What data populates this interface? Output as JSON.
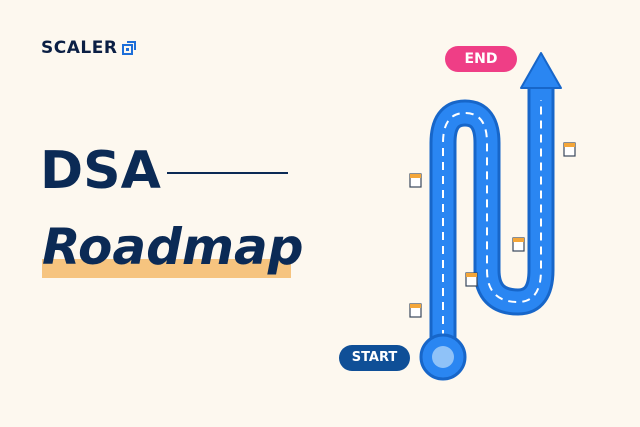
{
  "brand": {
    "name": "SCALER",
    "logo_icon": "scaler-logo-mark-icon"
  },
  "title": {
    "line1": "DSA",
    "line2": "Roadmap"
  },
  "route": {
    "end_label": "END",
    "start_label": "START"
  },
  "colors": {
    "background": "#fdf8ef",
    "navy": "#0b2a55",
    "highlight": "#f6c47f",
    "road": "#2a86f2",
    "road_dark": "#1766c9",
    "end_pill": "#ef3e86",
    "start_pill": "#0f4f97"
  }
}
